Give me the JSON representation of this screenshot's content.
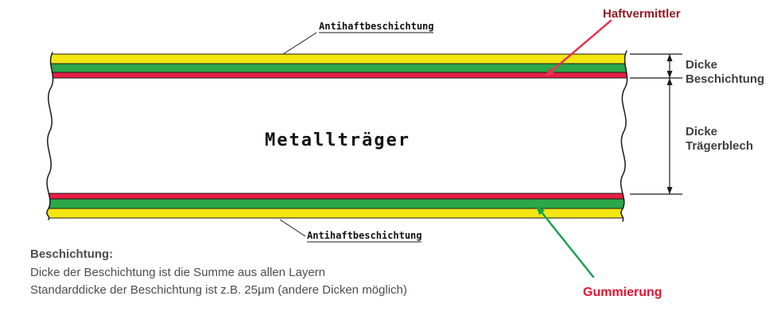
{
  "diagram": {
    "title_labels": {
      "antihaft_top": "Antihaftbeschichtung",
      "antihaft_bottom": "Antihaftbeschichtung",
      "haftvermittler": "Haftvermittler",
      "gummierung": "Gummierung",
      "metalltraeger": "Metallträger"
    },
    "dimensions": {
      "beschichtung": {
        "line1": "Dicke",
        "line2": "Beschichtung"
      },
      "traegerblech": {
        "line1": "Dicke",
        "line2": "Trägerblech"
      }
    },
    "note": {
      "heading": "Beschichtung:",
      "line1": "Dicke der Beschichtung ist die Summe aus allen Layern",
      "line2": "Standarddicke der Beschichtung ist z.B. 25µm (andere Dicken möglich)"
    },
    "layers": [
      {
        "name": "antihaftbeschichtung-top",
        "color": "#f3e613"
      },
      {
        "name": "gummierung-top",
        "color": "#2ba84a"
      },
      {
        "name": "haftvermittler-top",
        "color": "#e81e44"
      },
      {
        "name": "haftvermittler-bottom",
        "color": "#e81e44"
      },
      {
        "name": "gummierung-bottom",
        "color": "#2ba84a"
      },
      {
        "name": "antihaftbeschichtung-bottom",
        "color": "#f3e613"
      }
    ],
    "colors": {
      "arrow_red": "#e73352",
      "arrow_green": "#14a44e",
      "haftvermittler_label": "#8e1c24",
      "gummierung_label": "#e8112d"
    }
  }
}
